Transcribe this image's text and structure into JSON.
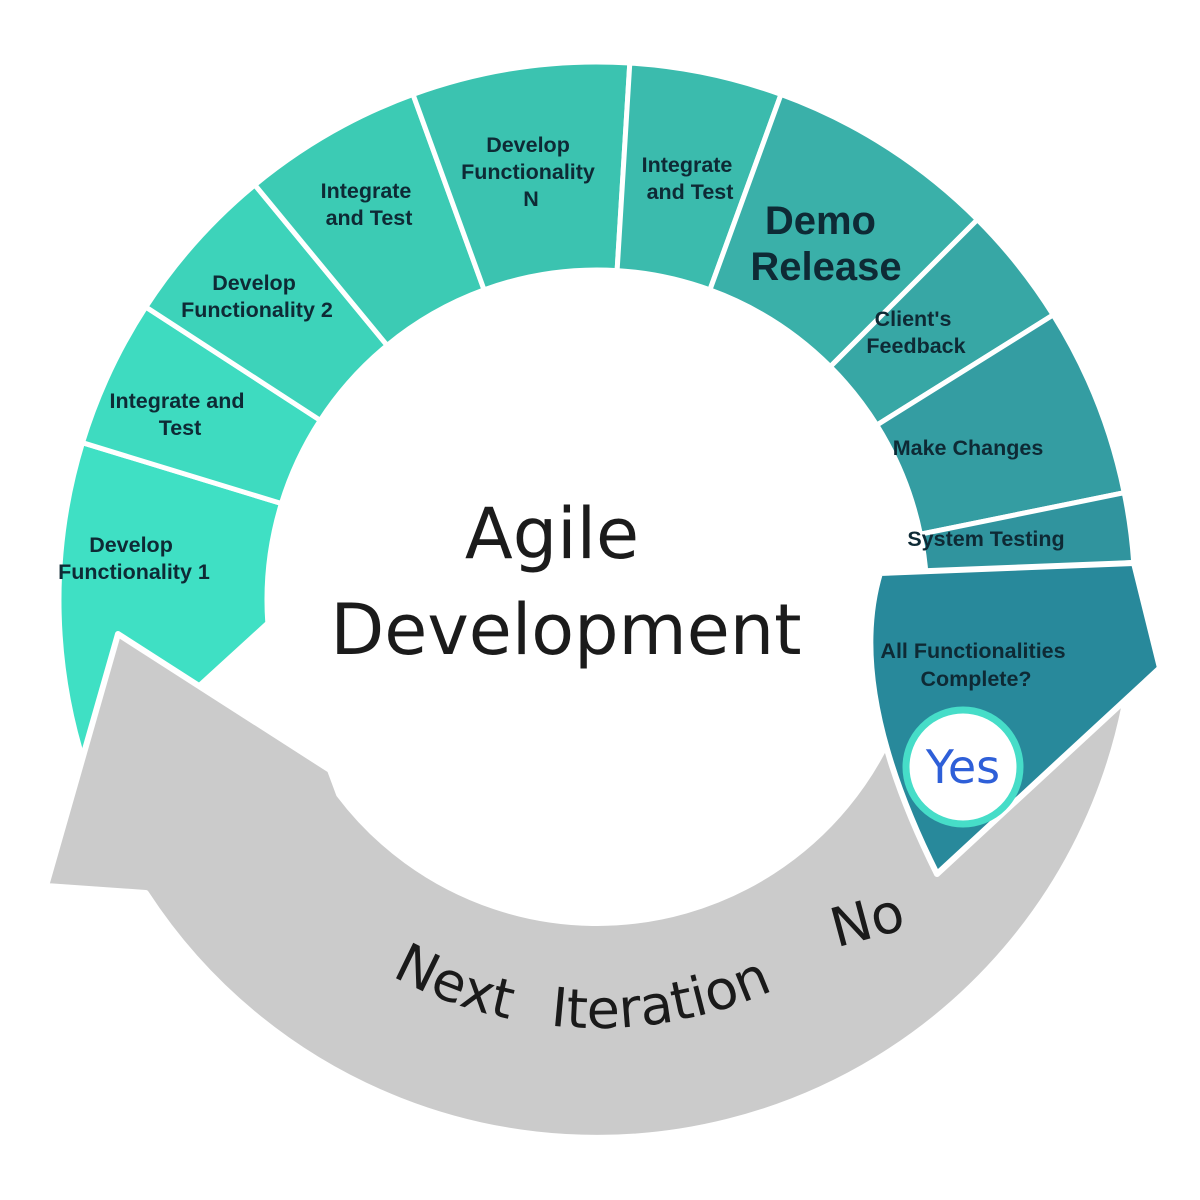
{
  "center_title": {
    "lines": [
      "Agile",
      "Development"
    ],
    "color": "#1B1B1B"
  },
  "label_color": "#0E2A35",
  "cycle_segments": [
    {
      "id": "develop-functionality-1",
      "lines": [
        "Develop",
        "Functionality 1"
      ],
      "color": "#3FE0C4"
    },
    {
      "id": "integrate-and-test-1",
      "lines": [
        "Integrate and",
        "Test"
      ],
      "color": "#3EDBC0"
    },
    {
      "id": "develop-functionality-2",
      "lines": [
        "Develop",
        "Functionality 2"
      ],
      "color": "#3DD3BA"
    },
    {
      "id": "integrate-and-test-2",
      "lines": [
        "Integrate",
        "and Test"
      ],
      "color": "#3CCBB4"
    },
    {
      "id": "develop-functionality-n",
      "lines": [
        "Develop",
        "Functionality",
        "N"
      ],
      "color": "#3BC3B0"
    },
    {
      "id": "integrate-and-test-3",
      "lines": [
        "Integrate",
        "and Test"
      ],
      "color": "#3BBBAD"
    },
    {
      "id": "demo-release",
      "lines": [
        "Demo",
        "Release"
      ],
      "color": "#3AB0A9"
    },
    {
      "id": "clients-feedback",
      "lines": [
        "Client's",
        "Feedback"
      ],
      "color": "#37A7A5"
    },
    {
      "id": "make-changes",
      "lines": [
        "Make Changes"
      ],
      "color": "#349DA2"
    },
    {
      "id": "system-testing",
      "lines": [
        "System Testing"
      ],
      "color": "#30949E"
    }
  ],
  "decision_arrow": {
    "lines": [
      "All Functionalities",
      "Complete?"
    ],
    "color": "#28899B"
  },
  "yes_badge": {
    "label": "Yes",
    "text_color": "#2E5FD8",
    "ring_color": "#46DDC8",
    "fill": "#FFFFFF"
  },
  "loop_arrow": {
    "color": "#CBCBCB",
    "text_color": "#1A1A1A",
    "no_label": "No",
    "path_label": "Next Iteration"
  }
}
